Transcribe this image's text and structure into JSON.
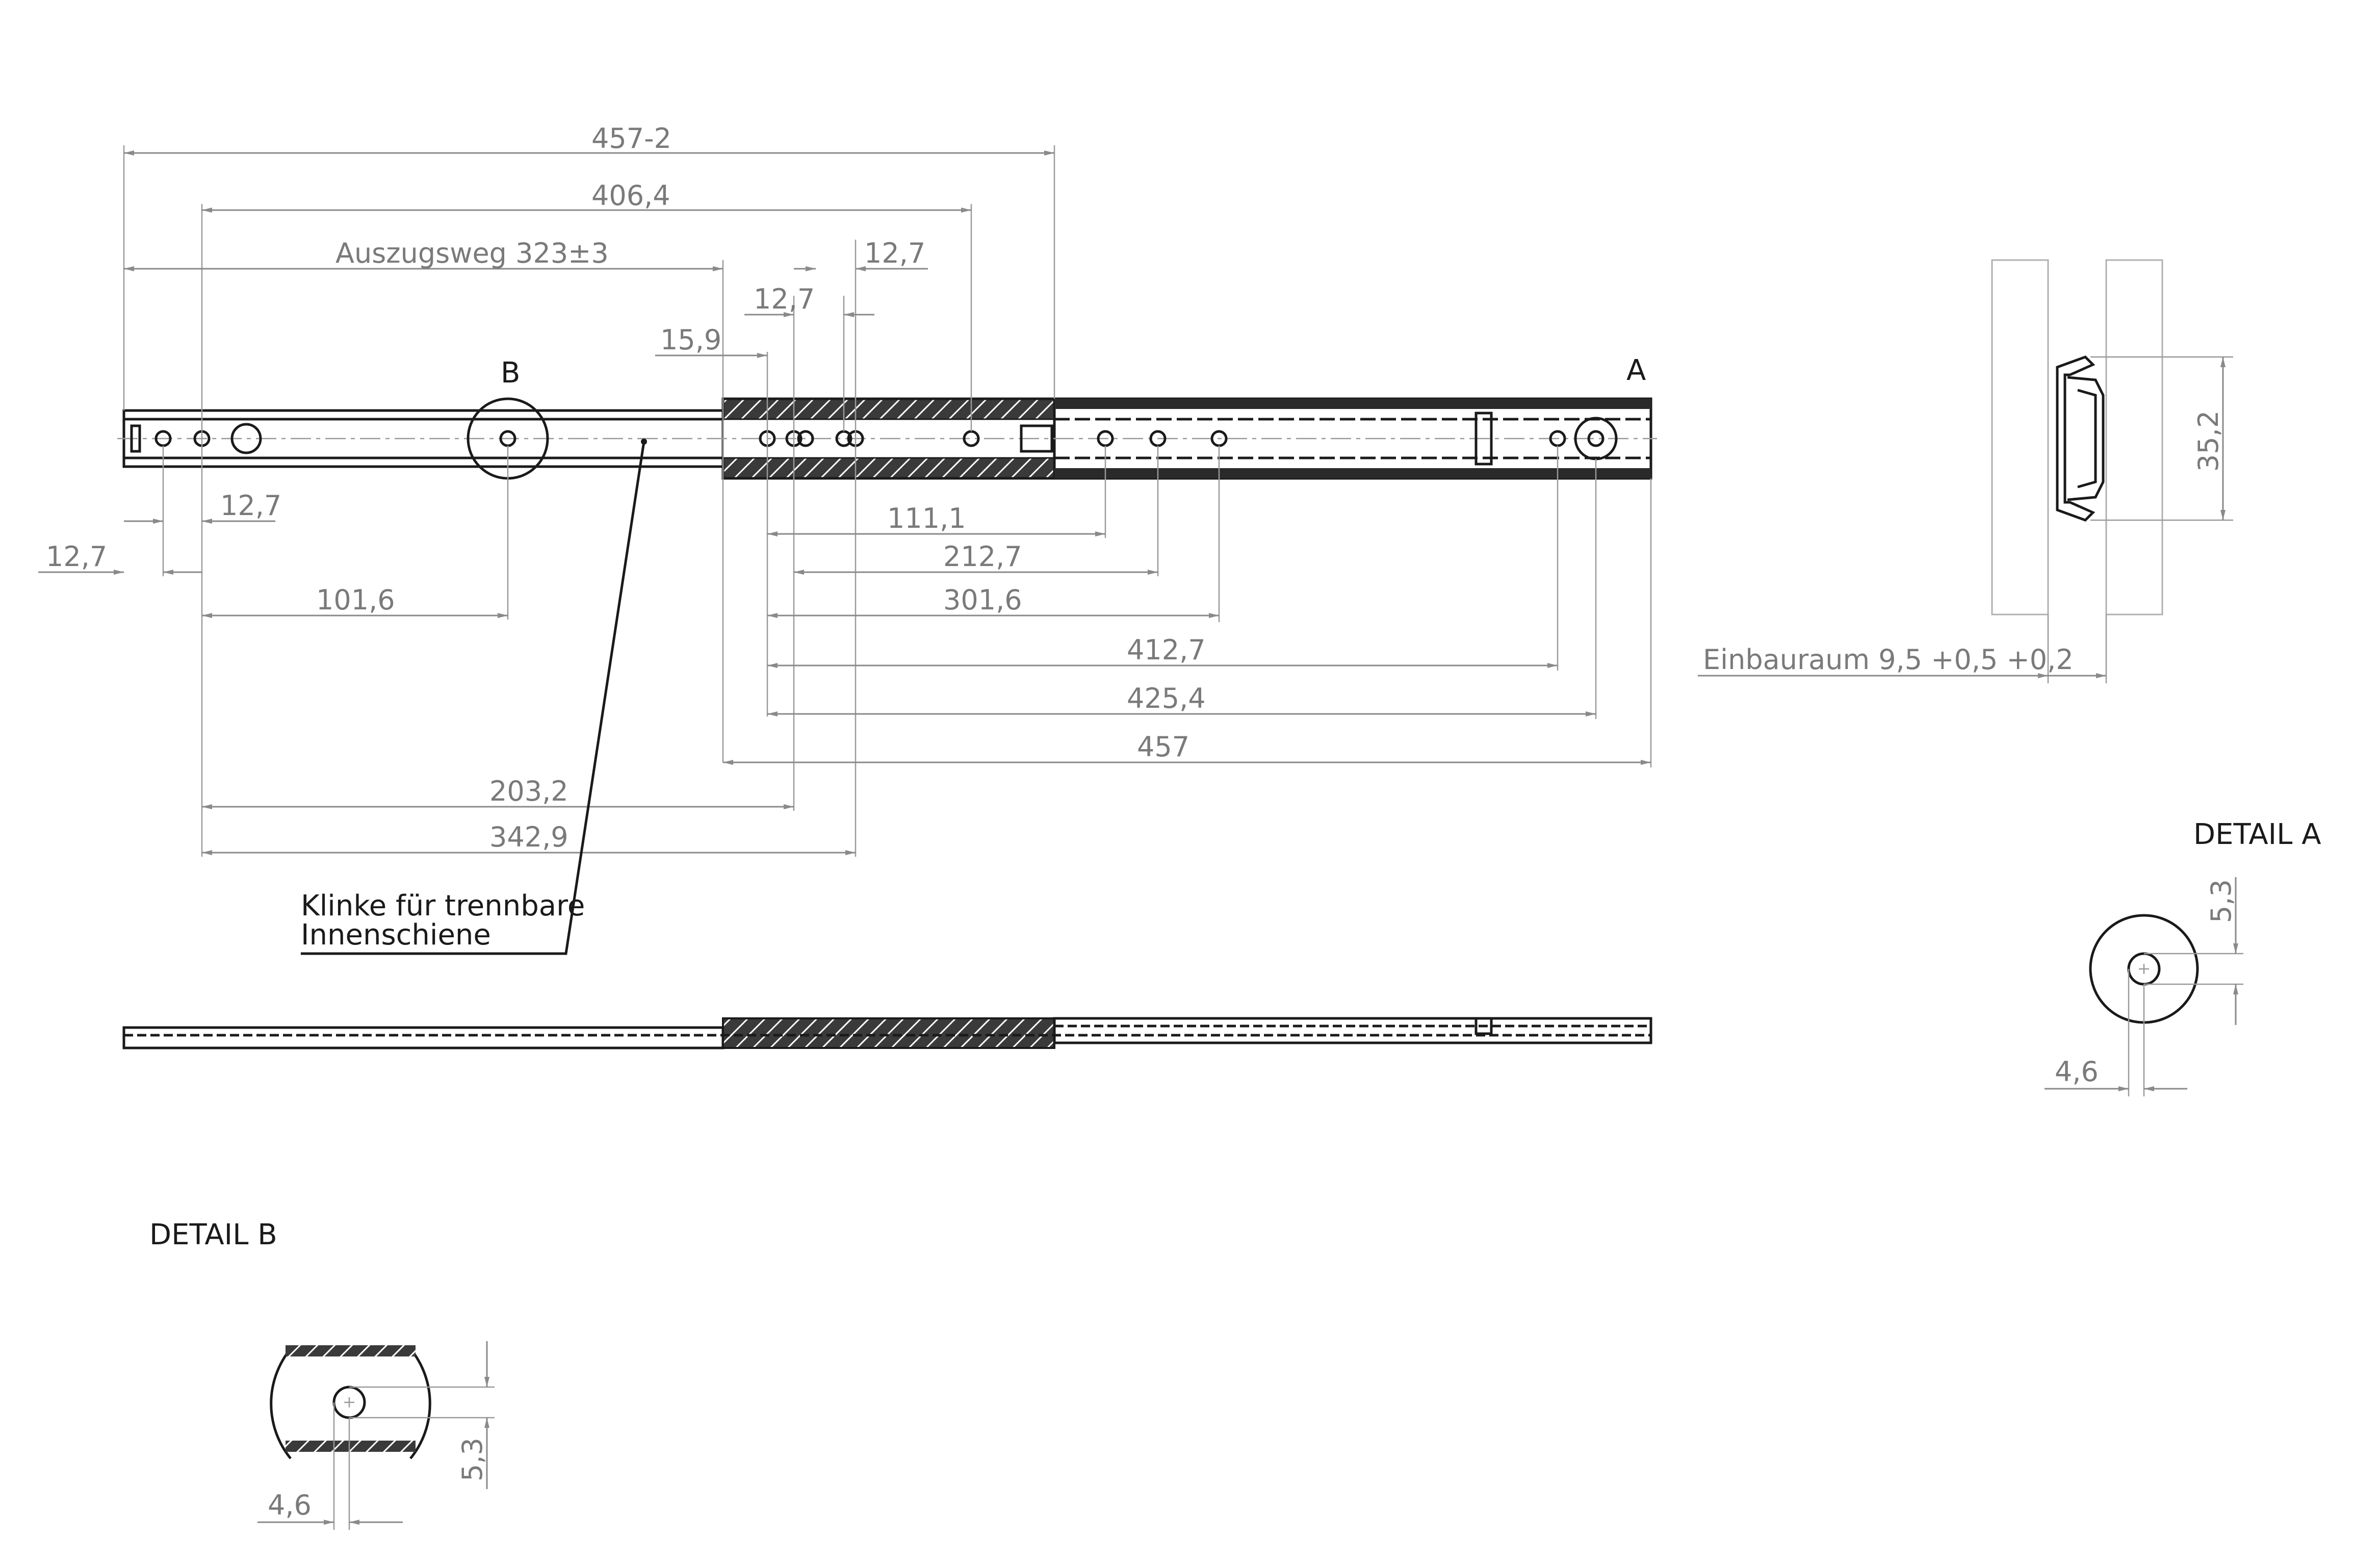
{
  "labels": {
    "marker_a": "A",
    "marker_b": "B",
    "detail_a": "DETAIL A",
    "detail_b": "DETAIL B",
    "note_line1": "Klinke für trennbare",
    "note_line2": "Innenschiene"
  },
  "dimensions": {
    "overall_closed": "457-2",
    "hole_span": "406,4",
    "travel": "Auszugsweg 323±3",
    "pitch_top_right": "12,7",
    "pitch_top_left": "12,7",
    "offset_15_9": "15,9",
    "left_pitch": "12,7",
    "left_edge": "12,7",
    "to_b": "101,6",
    "d111": "111,1",
    "d212": "212,7",
    "d301": "301,6",
    "d412": "412,7",
    "d425": "425,4",
    "d457": "457",
    "d203": "203,2",
    "d342": "342,9",
    "height": "35,2",
    "install_space": "Einbauraum 9,5 +0,5 +0,2",
    "detail_a_hole": "5,3",
    "detail_a_offset": "4,6",
    "detail_b_hole": "5,3",
    "detail_b_offset": "4,6"
  }
}
